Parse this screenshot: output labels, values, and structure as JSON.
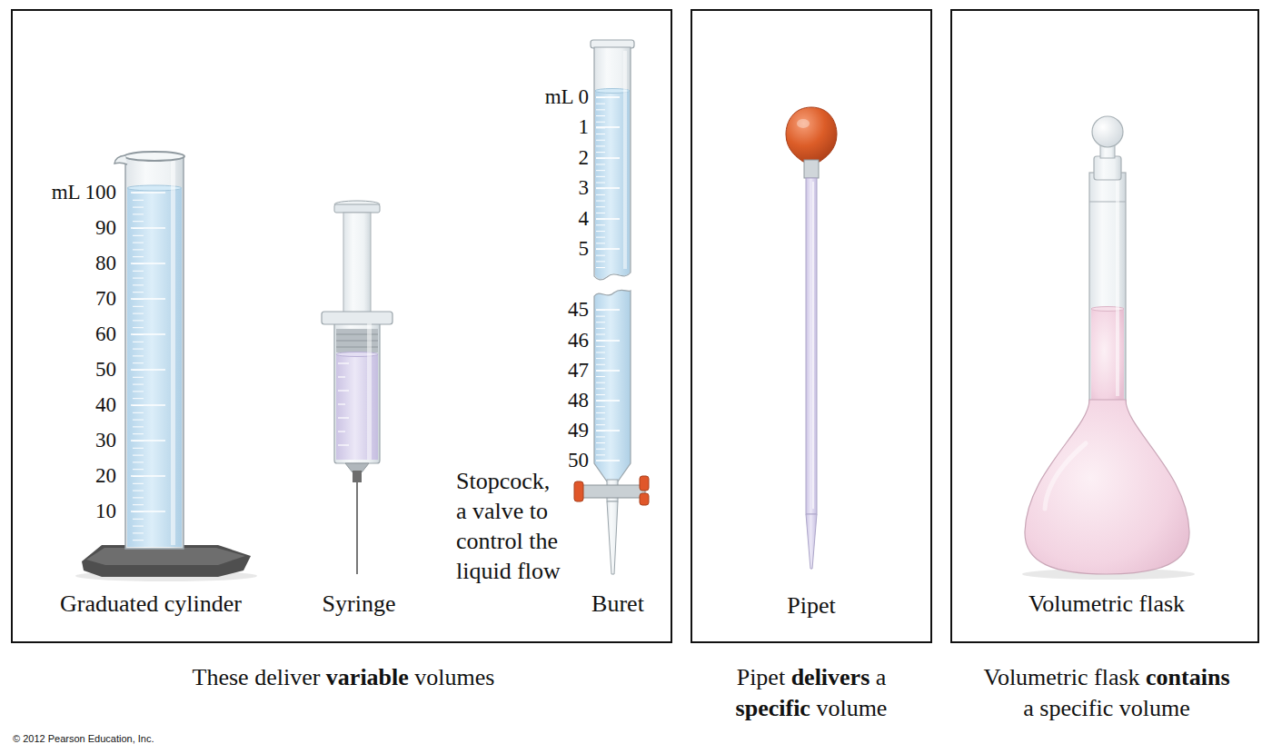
{
  "diagram": {
    "nodes": [
      {
        "text": [
          "Graduated cylinder",
          "Syringe",
          "Buret",
          "These deliver variable volumes"
        ]
      },
      {
        "text": [
          "Pipet",
          "Pipet delivers a specific volume"
        ]
      },
      {
        "text": [
          "Volumetric flask",
          "Volumetric flask contains a specific volume"
        ]
      }
    ],
    "labels": [
      "mL 100",
      "90",
      "80",
      "70",
      "60",
      "50",
      "40",
      "30",
      "20",
      "10",
      "mL 0",
      "1",
      "2",
      "3",
      "4",
      "5",
      "45",
      "46",
      "47",
      "48",
      "49",
      "50",
      "Stopcock, a valve to control the liquid flow",
      "© 2012 Pearson Education, Inc."
    ]
  }
}
